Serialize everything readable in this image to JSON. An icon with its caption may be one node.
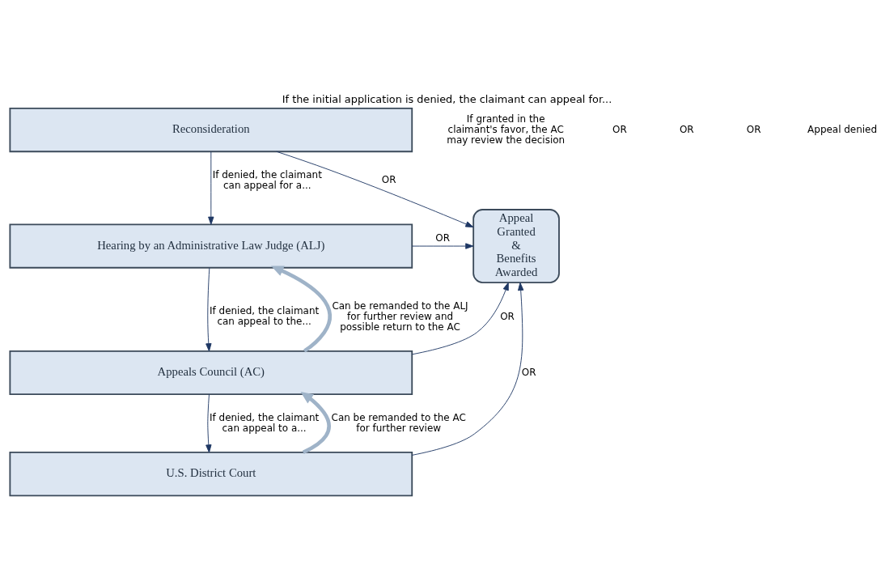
{
  "diagram": {
    "title": "If the initial application is denied, the claimant can appeal for...",
    "nodes": [
      {
        "text": [
          "Reconsideration"
        ]
      },
      {
        "text": [
          "Hearing by an Administrative Law Judge (ALJ)"
        ]
      },
      {
        "text": [
          "Appeals Council (AC)"
        ]
      },
      {
        "text": [
          "U.S. District Court"
        ]
      },
      {
        "text": [
          "Appeal Granted & Benefits Awarded"
        ]
      }
    ],
    "edges": [
      {
        "from": 0,
        "to": 1,
        "arrow": "to",
        "label": "If denied, the claimant can appeal for a..."
      },
      {
        "from": 1,
        "to": 2,
        "arrow": "to",
        "label": "If denied, the claimant can appeal to the..."
      },
      {
        "from": 2,
        "to": 3,
        "arrow": "to",
        "label": "If denied, the claimant can appeal to a..."
      },
      {
        "from": 0,
        "to": 4,
        "arrow": "to",
        "label": "OR"
      },
      {
        "from": 1,
        "to": 4,
        "arrow": "to",
        "label": "OR"
      },
      {
        "from": 2,
        "to": 4,
        "arrow": "to",
        "label": "OR"
      },
      {
        "from": 3,
        "to": 4,
        "arrow": "to",
        "label": "OR"
      },
      {
        "from": 2,
        "to": 1,
        "arrow": "to",
        "style": "thick",
        "color": "#9fb3c8",
        "label": "Can be remanded to the ALJ for further review and possible return to the AC"
      },
      {
        "from": 3,
        "to": 2,
        "arrow": "to",
        "style": "thick",
        "color": "#9fb3c8",
        "label": "Can be remanded to the AC for further review"
      }
    ],
    "labels": [
      "If granted in the claimant's favor, the AC may review the decision",
      "OR",
      "OR",
      "OR",
      "Appeal denied"
    ]
  }
}
